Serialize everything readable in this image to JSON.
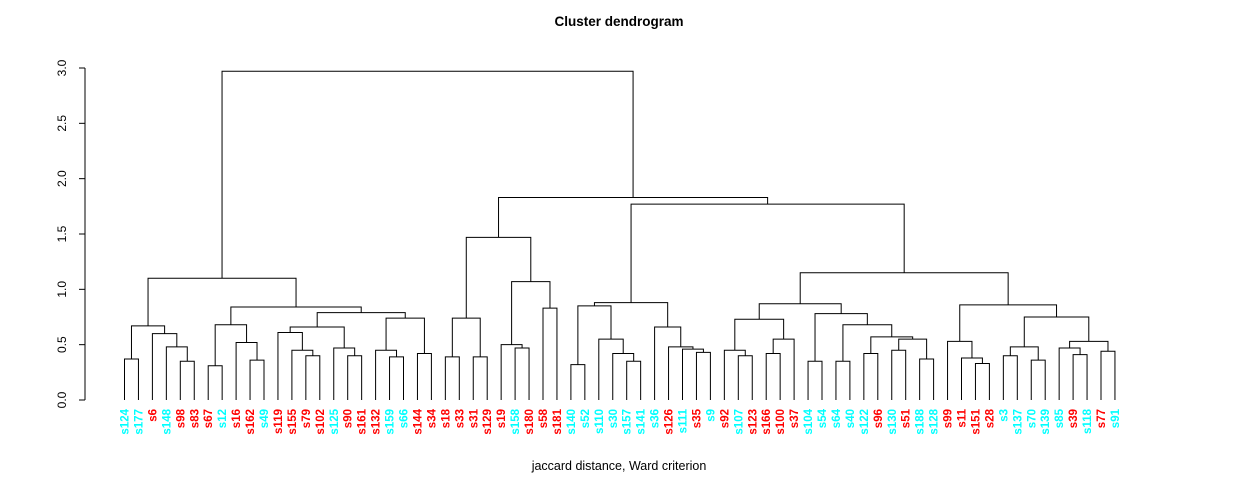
{
  "title": "Cluster dendrogram",
  "caption": "jaccard distance, Ward criterion",
  "colors": {
    "red": "#ff0000",
    "cyan": "#00ffff",
    "line": "#000000"
  },
  "chart_data": {
    "type": "dendrogram",
    "title": "Cluster dendrogram",
    "xlabel": "jaccard distance, Ward criterion",
    "ylabel": "",
    "ylim": [
      0.0,
      3.0
    ],
    "yticks": [
      "0.0",
      "0.5",
      "1.0",
      "1.5",
      "2.0",
      "2.5",
      "3.0"
    ],
    "grid": false,
    "leaves": [
      {
        "label": "s124",
        "color": "cyan"
      },
      {
        "label": "s177",
        "color": "cyan"
      },
      {
        "label": "s6",
        "color": "red"
      },
      {
        "label": "s148",
        "color": "cyan"
      },
      {
        "label": "s98",
        "color": "red"
      },
      {
        "label": "s83",
        "color": "red"
      },
      {
        "label": "s67",
        "color": "red"
      },
      {
        "label": "s12",
        "color": "cyan"
      },
      {
        "label": "s16",
        "color": "red"
      },
      {
        "label": "s162",
        "color": "red"
      },
      {
        "label": "s49",
        "color": "cyan"
      },
      {
        "label": "s119",
        "color": "red"
      },
      {
        "label": "s155",
        "color": "red"
      },
      {
        "label": "s79",
        "color": "red"
      },
      {
        "label": "s102",
        "color": "red"
      },
      {
        "label": "s125",
        "color": "cyan"
      },
      {
        "label": "s90",
        "color": "red"
      },
      {
        "label": "s161",
        "color": "red"
      },
      {
        "label": "s132",
        "color": "red"
      },
      {
        "label": "s159",
        "color": "cyan"
      },
      {
        "label": "s66",
        "color": "cyan"
      },
      {
        "label": "s144",
        "color": "red"
      },
      {
        "label": "s34",
        "color": "red"
      },
      {
        "label": "s18",
        "color": "red"
      },
      {
        "label": "s33",
        "color": "red"
      },
      {
        "label": "s31",
        "color": "red"
      },
      {
        "label": "s129",
        "color": "red"
      },
      {
        "label": "s19",
        "color": "red"
      },
      {
        "label": "s158",
        "color": "cyan"
      },
      {
        "label": "s180",
        "color": "red"
      },
      {
        "label": "s58",
        "color": "red"
      },
      {
        "label": "s181",
        "color": "red"
      },
      {
        "label": "s140",
        "color": "cyan"
      },
      {
        "label": "s52",
        "color": "cyan"
      },
      {
        "label": "s110",
        "color": "cyan"
      },
      {
        "label": "s30",
        "color": "cyan"
      },
      {
        "label": "s157",
        "color": "cyan"
      },
      {
        "label": "s141",
        "color": "cyan"
      },
      {
        "label": "s36",
        "color": "cyan"
      },
      {
        "label": "s126",
        "color": "red"
      },
      {
        "label": "s111",
        "color": "cyan"
      },
      {
        "label": "s35",
        "color": "red"
      },
      {
        "label": "s9",
        "color": "cyan"
      },
      {
        "label": "s92",
        "color": "red"
      },
      {
        "label": "s107",
        "color": "cyan"
      },
      {
        "label": "s123",
        "color": "red"
      },
      {
        "label": "s166",
        "color": "red"
      },
      {
        "label": "s100",
        "color": "red"
      },
      {
        "label": "s37",
        "color": "red"
      },
      {
        "label": "s104",
        "color": "cyan"
      },
      {
        "label": "s54",
        "color": "cyan"
      },
      {
        "label": "s64",
        "color": "cyan"
      },
      {
        "label": "s40",
        "color": "cyan"
      },
      {
        "label": "s122",
        "color": "cyan"
      },
      {
        "label": "s96",
        "color": "red"
      },
      {
        "label": "s130",
        "color": "cyan"
      },
      {
        "label": "s51",
        "color": "red"
      },
      {
        "label": "s188",
        "color": "cyan"
      },
      {
        "label": "s128",
        "color": "cyan"
      },
      {
        "label": "s99",
        "color": "red"
      },
      {
        "label": "s11",
        "color": "red"
      },
      {
        "label": "s151",
        "color": "red"
      },
      {
        "label": "s28",
        "color": "red"
      },
      {
        "label": "s3",
        "color": "cyan"
      },
      {
        "label": "s137",
        "color": "cyan"
      },
      {
        "label": "s70",
        "color": "cyan"
      },
      {
        "label": "s139",
        "color": "cyan"
      },
      {
        "label": "s85",
        "color": "cyan"
      },
      {
        "label": "s39",
        "color": "red"
      },
      {
        "label": "s118",
        "color": "cyan"
      },
      {
        "label": "s77",
        "color": "red"
      },
      {
        "label": "s91",
        "color": "cyan"
      }
    ],
    "merges": [
      [
        0,
        1,
        0.37
      ],
      [
        4,
        5,
        0.35
      ],
      [
        3,
        73,
        0.48
      ],
      [
        2,
        74,
        0.6
      ],
      [
        72,
        75,
        0.67
      ],
      [
        6,
        7,
        0.31
      ],
      [
        9,
        10,
        0.36
      ],
      [
        8,
        78,
        0.52
      ],
      [
        77,
        79,
        0.68
      ],
      [
        13,
        14,
        0.4
      ],
      [
        12,
        81,
        0.45
      ],
      [
        11,
        82,
        0.61
      ],
      [
        16,
        17,
        0.4
      ],
      [
        15,
        84,
        0.47
      ],
      [
        83,
        85,
        0.66
      ],
      [
        19,
        20,
        0.39
      ],
      [
        18,
        87,
        0.45
      ],
      [
        21,
        22,
        0.42
      ],
      [
        88,
        89,
        0.74
      ],
      [
        86,
        90,
        0.79
      ],
      [
        80,
        91,
        0.84
      ],
      [
        76,
        92,
        1.1
      ],
      [
        23,
        24,
        0.39
      ],
      [
        25,
        26,
        0.39
      ],
      [
        94,
        95,
        0.74
      ],
      [
        28,
        29,
        0.47
      ],
      [
        27,
        97,
        0.5
      ],
      [
        30,
        31,
        0.83
      ],
      [
        98,
        99,
        1.07
      ],
      [
        96,
        100,
        1.47
      ],
      [
        32,
        33,
        0.32
      ],
      [
        36,
        37,
        0.35
      ],
      [
        35,
        103,
        0.42
      ],
      [
        34,
        104,
        0.55
      ],
      [
        102,
        105,
        0.85
      ],
      [
        41,
        42,
        0.43
      ],
      [
        40,
        107,
        0.46
      ],
      [
        39,
        108,
        0.48
      ],
      [
        38,
        109,
        0.66
      ],
      [
        106,
        110,
        0.88
      ],
      [
        44,
        45,
        0.4
      ],
      [
        43,
        112,
        0.45
      ],
      [
        46,
        47,
        0.42
      ],
      [
        114,
        48,
        0.55
      ],
      [
        113,
        115,
        0.73
      ],
      [
        49,
        50,
        0.35
      ],
      [
        55,
        56,
        0.45
      ],
      [
        57,
        58,
        0.37
      ],
      [
        118,
        119,
        0.55
      ],
      [
        53,
        54,
        0.42
      ],
      [
        121,
        120,
        0.57
      ],
      [
        51,
        52,
        0.35
      ],
      [
        123,
        122,
        0.68
      ],
      [
        117,
        124,
        0.78
      ],
      [
        116,
        125,
        0.87
      ],
      [
        61,
        62,
        0.33
      ],
      [
        60,
        127,
        0.38
      ],
      [
        59,
        128,
        0.53
      ],
      [
        63,
        64,
        0.4
      ],
      [
        65,
        66,
        0.36
      ],
      [
        130,
        131,
        0.48
      ],
      [
        68,
        69,
        0.41
      ],
      [
        67,
        133,
        0.47
      ],
      [
        70,
        71,
        0.44
      ],
      [
        134,
        135,
        0.53
      ],
      [
        132,
        136,
        0.75
      ],
      [
        129,
        137,
        0.86
      ],
      [
        126,
        138,
        1.15
      ],
      [
        111,
        139,
        1.77
      ],
      [
        101,
        140,
        1.83
      ],
      [
        93,
        141,
        2.97
      ]
    ]
  }
}
